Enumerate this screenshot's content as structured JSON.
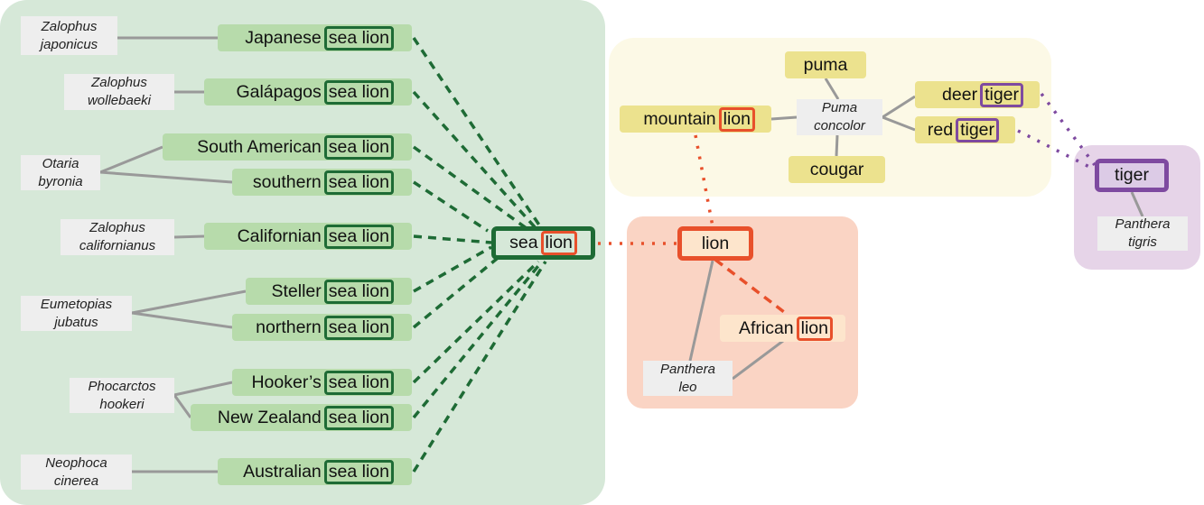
{
  "colors": {
    "sea_lion_accent": "#1e6b35",
    "lion_accent": "#e8502b",
    "tiger_accent": "#7e4aa0",
    "sea_lion_panel": "#d6e8d8",
    "puma_panel": "#fcf9e6",
    "lion_panel": "#fad4c4",
    "tiger_panel": "#e6d4e8",
    "species_link": "#999999"
  },
  "sea_lion_group": {
    "hub": {
      "prefix": "sea",
      "head": "lion"
    },
    "common_names": [
      {
        "prefix": "Japanese",
        "head": "sea lion"
      },
      {
        "prefix": "Galápagos",
        "head": "sea lion"
      },
      {
        "prefix": "South American",
        "head": "sea lion"
      },
      {
        "prefix": "southern",
        "head": "sea lion"
      },
      {
        "prefix": "Californian",
        "head": "sea lion"
      },
      {
        "prefix": "Steller",
        "head": "sea lion"
      },
      {
        "prefix": "northern",
        "head": "sea lion"
      },
      {
        "prefix": "Hooker’s",
        "head": "sea lion"
      },
      {
        "prefix": "New Zealand",
        "head": "sea lion"
      },
      {
        "prefix": "Australian",
        "head": "sea lion"
      }
    ],
    "species": [
      {
        "line1": "Zalophus",
        "line2": "japonicus"
      },
      {
        "line1": "Zalophus",
        "line2": "wollebaeki"
      },
      {
        "line1": "Otaria",
        "line2": "byronia"
      },
      {
        "line1": "Zalophus",
        "line2": "californianus"
      },
      {
        "line1": "Eumetopias",
        "line2": "jubatus"
      },
      {
        "line1": "Phocarctos",
        "line2": "hookeri"
      },
      {
        "line1": "Neophoca",
        "line2": "cinerea"
      }
    ]
  },
  "puma_group": {
    "species": {
      "line1": "Puma",
      "line2": "concolor"
    },
    "names": {
      "puma": "puma",
      "cougar": "cougar",
      "mountain_lion": {
        "prefix": "mountain",
        "head": "lion"
      },
      "deer_tiger": {
        "prefix": "deer",
        "head": "tiger"
      },
      "red_tiger": {
        "prefix": "red",
        "head": "tiger"
      }
    }
  },
  "lion_group": {
    "hub": "lion",
    "african_lion": {
      "prefix": "African",
      "head": "lion"
    },
    "species": {
      "line1": "Panthera",
      "line2": "leo"
    }
  },
  "tiger_group": {
    "hub": "tiger",
    "species": {
      "line1": "Panthera",
      "line2": "tigris"
    }
  }
}
